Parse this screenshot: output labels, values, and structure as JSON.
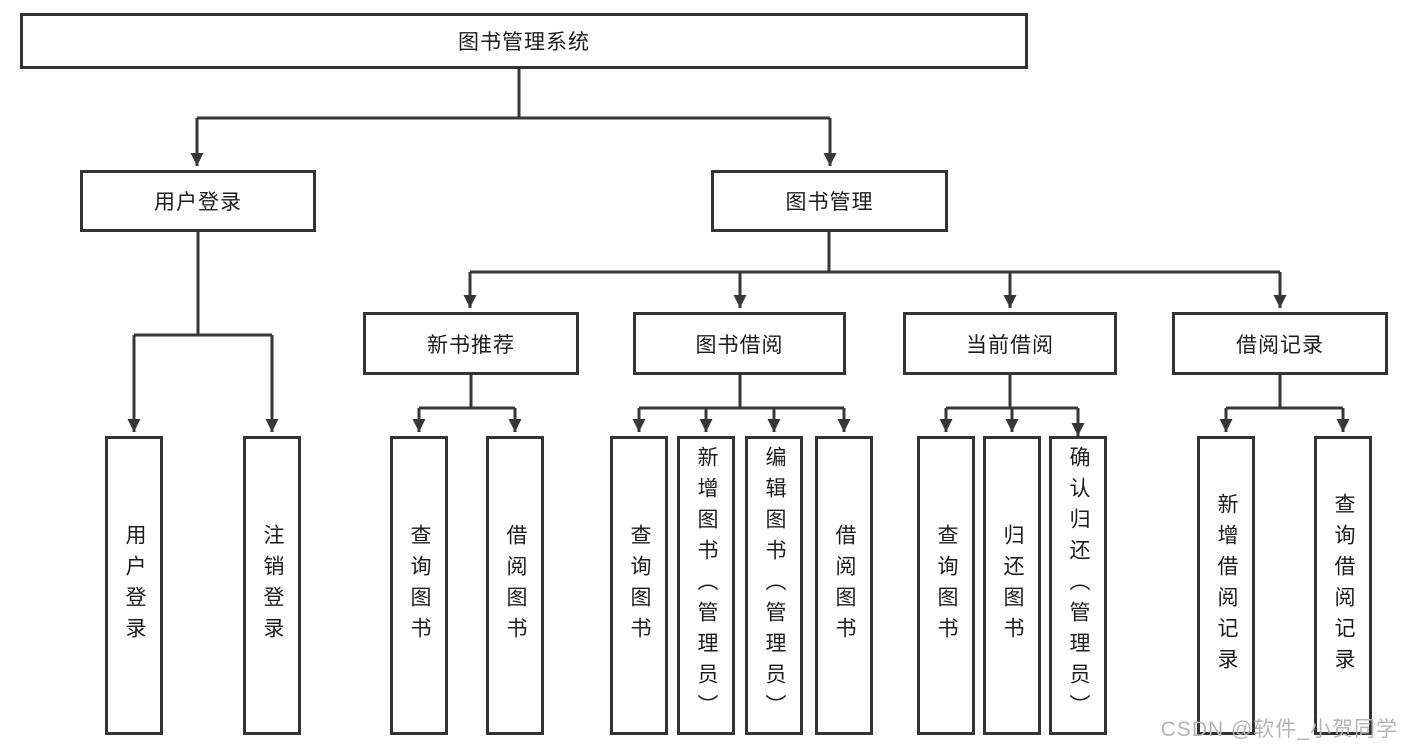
{
  "nodes": {
    "root": "图书管理系统",
    "branches": [
      "用户登录",
      "图书管理"
    ],
    "modules": [
      "新书推荐",
      "图书借阅",
      "当前借阅",
      "借阅记录"
    ],
    "leaves": {
      "login": [
        "用户登录",
        "注销登录"
      ],
      "recommend": [
        "查询图书",
        "借阅图书"
      ],
      "borrow": [
        "查询图书",
        "新增图书（管理员）",
        "编辑图书（管理员）",
        "借阅图书"
      ],
      "current": [
        "查询图书",
        "归还图书",
        "确认归还（管理员）"
      ],
      "records": [
        "新增借阅记录",
        "查询借阅记录"
      ]
    }
  },
  "watermark": "CSDN @软件_小贺同学",
  "colors": {
    "line": "#373737",
    "box_border": "#333333",
    "box_fill": "#ffffff",
    "text": "#1c1c1c",
    "watermark": "#b4b4b4",
    "background": "#ffffff"
  }
}
